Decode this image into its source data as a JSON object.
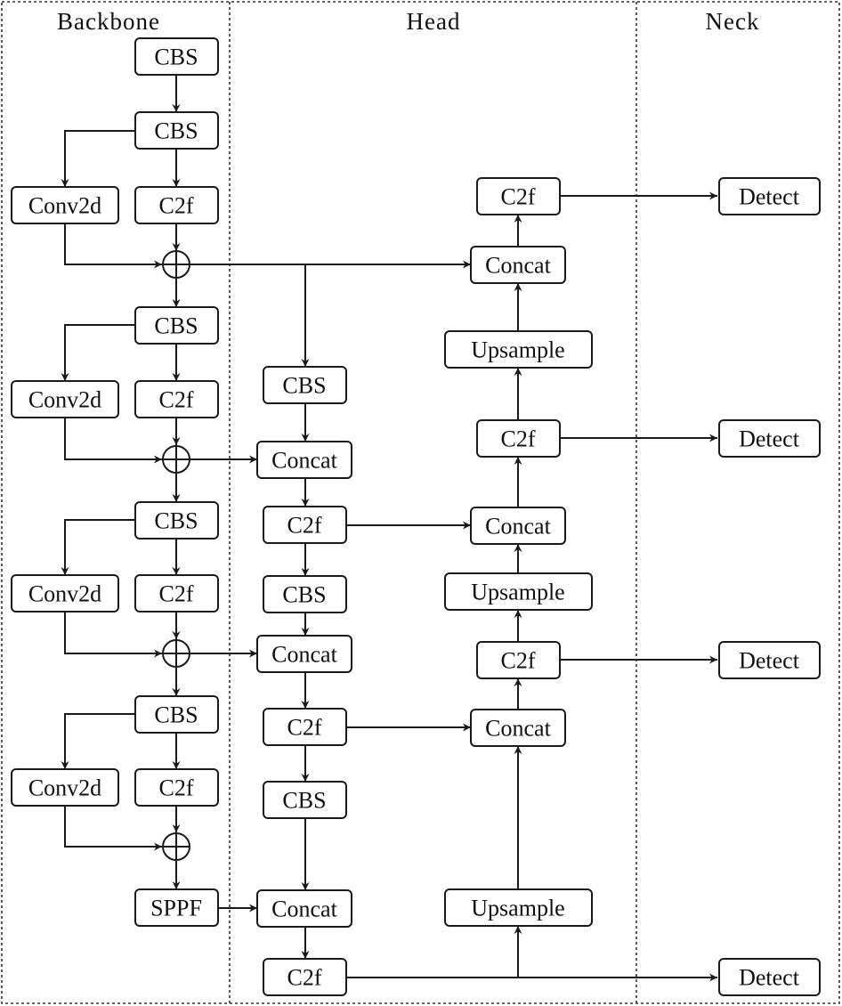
{
  "sections": {
    "backbone": "Backbone",
    "head": "Head",
    "neck": "Neck"
  },
  "nodes": {
    "bb_cbs1": "CBS",
    "bb_cbs2": "CBS",
    "bb_conv1": "Conv2d",
    "bb_c2f1": "C2f",
    "bb_cbs3": "CBS",
    "bb_conv2": "Conv2d",
    "bb_c2f2": "C2f",
    "bb_cbs4": "CBS",
    "bb_conv3": "Conv2d",
    "bb_c2f3": "C2f",
    "bb_cbs5": "CBS",
    "bb_conv4": "Conv2d",
    "bb_c2f4": "C2f",
    "bb_sppf": "SPPF",
    "h_cbs1": "CBS",
    "h_concat1": "Concat",
    "h_c2f1": "C2f",
    "h_cbs2": "CBS",
    "h_concat2": "Concat",
    "h_c2f2": "C2f",
    "h_cbs3": "CBS",
    "h_concat3": "Concat",
    "h_c2f3": "C2f",
    "r_c2f4": "C2f",
    "r_concat4": "Concat",
    "r_up1": "Upsample",
    "r_c2f5": "C2f",
    "r_concat5": "Concat",
    "r_up2": "Upsample",
    "r_c2f6": "C2f",
    "r_concat6": "Concat",
    "r_up3": "Upsample",
    "n_detect1": "Detect",
    "n_detect2": "Detect",
    "n_detect3": "Detect",
    "n_detect4": "Detect"
  },
  "colors": {
    "stroke": "#1a1a1a",
    "background": "#ffffff"
  },
  "icons": {
    "sum": "circled-plus-icon"
  }
}
